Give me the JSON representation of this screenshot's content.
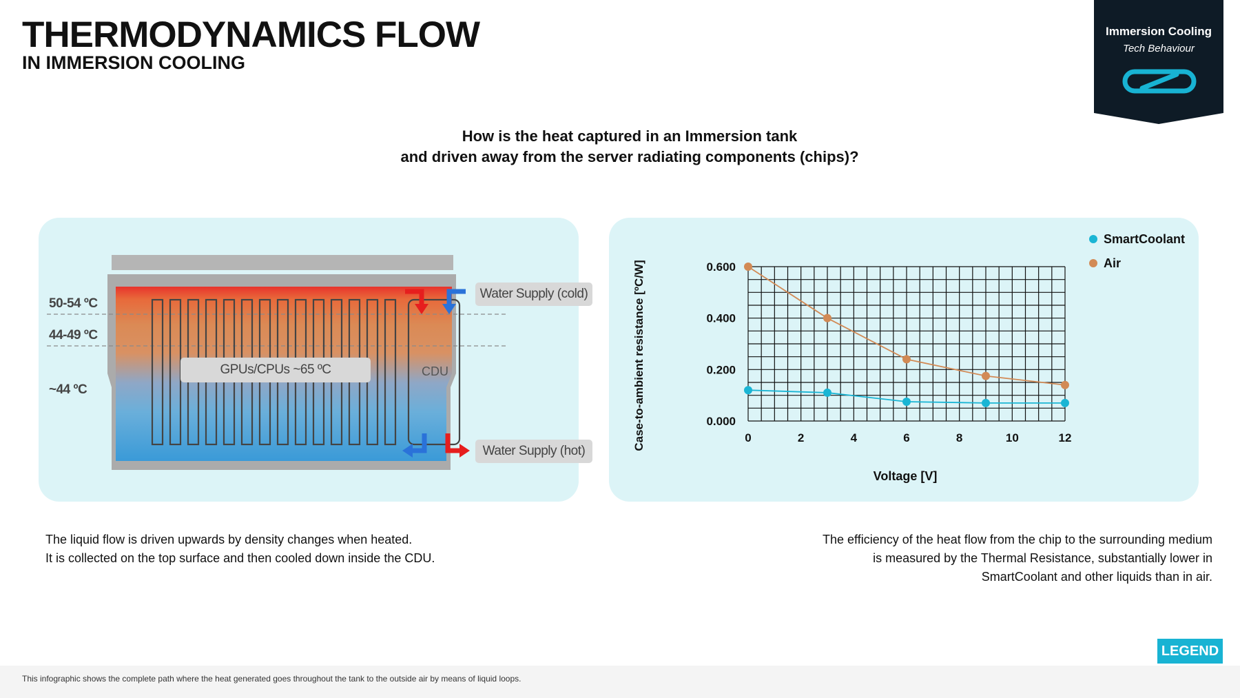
{
  "header": {
    "title": "THERMODYNAMICS FLOW",
    "subtitle": "IN IMMERSION COOLING"
  },
  "badge": {
    "title": "Immersion Cooling",
    "subtitle": "Tech Behaviour",
    "icon": "infinity-loop-icon"
  },
  "question": {
    "line1": "How is the heat captured in an Immersion tank",
    "line2": "and driven away from the server radiating components (chips)?"
  },
  "tank": {
    "temps": [
      "50-54 ºC",
      "44-49 ºC",
      "~44 ºC"
    ],
    "gpu_label": "GPUs/CPUs ~65 ºC",
    "cdu_label": "CDU",
    "water_cold": "Water Supply (cold)",
    "water_hot": "Water Supply (hot)"
  },
  "chart_data": {
    "type": "line",
    "xlabel": "Voltage [V]",
    "ylabel": "Case-to-ambient resistance [ºC/W]",
    "xlim": [
      0,
      12
    ],
    "ylim": [
      0,
      0.6
    ],
    "x_ticks": [
      "0",
      "2",
      "4",
      "6",
      "8",
      "10",
      "12"
    ],
    "y_ticks": [
      "0.000",
      "0.200",
      "0.400",
      "0.600"
    ],
    "grid": true,
    "legend_position": "top-right",
    "series": [
      {
        "name": "SmartCoolant",
        "color": "#1ab5d4",
        "x": [
          0,
          3,
          6,
          9,
          12
        ],
        "y": [
          0.12,
          0.11,
          0.075,
          0.07,
          0.07
        ]
      },
      {
        "name": "Air",
        "color": "#d28a55",
        "x": [
          0,
          3,
          6,
          9,
          12
        ],
        "y": [
          0.6,
          0.4,
          0.24,
          0.175,
          0.14
        ]
      }
    ]
  },
  "descriptions": {
    "left_line1": "The liquid flow is driven upwards by density changes when heated.",
    "left_line2": "It is collected on the top surface and then cooled down inside the CDU.",
    "right_line1": "The efficiency of the heat flow from the chip to the surrounding medium",
    "right_line2": "is measured by the Thermal Resistance, substantially lower in",
    "right_line3": "SmartCoolant and other liquids than in air."
  },
  "legend_button": "LEGEND",
  "footer": "This infographic shows the complete path where the heat generated goes throughout the tank to the outside air by means of liquid loops.",
  "colors": {
    "accent": "#18b3d3",
    "panel": "#dcf4f7",
    "badge": "#0e1b26",
    "air": "#d28a55",
    "smartcoolant": "#1ab5d4"
  }
}
